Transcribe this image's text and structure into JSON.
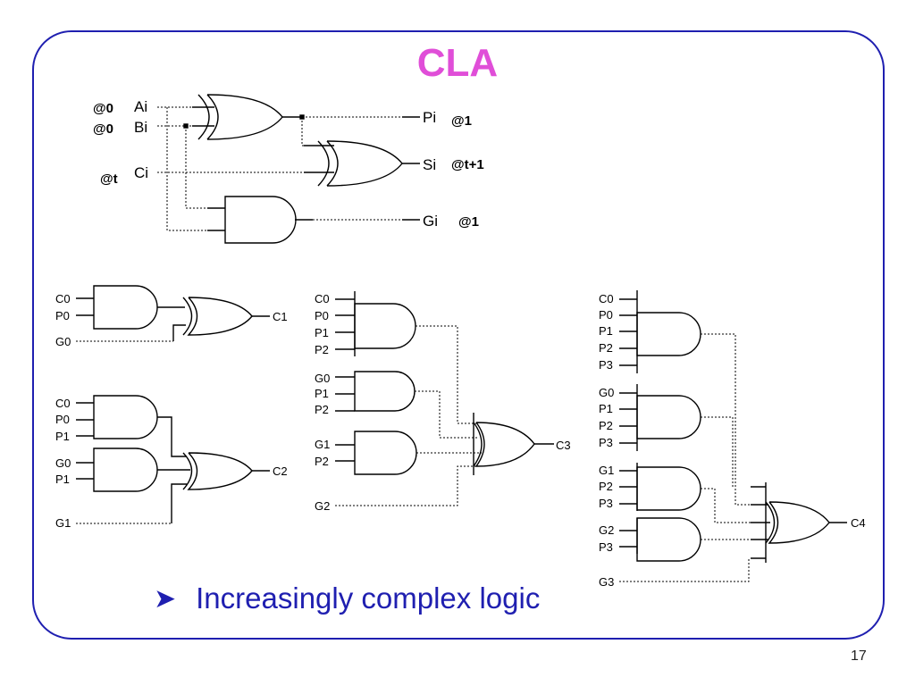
{
  "slide": {
    "title": "CLA",
    "bullet": "Increasingly complex logic",
    "page_number": "17"
  },
  "colors": {
    "title": "#e04ed8",
    "text_blue": "#1f1fb0",
    "frame": "#1f1fb0"
  },
  "top_circuit": {
    "inputs": [
      {
        "name": "Ai",
        "timing": "@0"
      },
      {
        "name": "Bi",
        "timing": "@0"
      },
      {
        "name": "Ci",
        "timing": "@t"
      }
    ],
    "outputs": [
      {
        "name": "Pi",
        "timing": "@1"
      },
      {
        "name": "Si",
        "timing": "@t+1"
      },
      {
        "name": "Gi",
        "timing": "@1"
      }
    ]
  },
  "c1": {
    "inputs": [
      "C0",
      "P0"
    ],
    "g": "G0",
    "out": "C1"
  },
  "c2": {
    "and1": [
      "C0",
      "P0",
      "P1"
    ],
    "and2": [
      "G0",
      "P1"
    ],
    "g": "G1",
    "out": "C2"
  },
  "c3": {
    "and1": [
      "C0",
      "P0",
      "P1",
      "P2"
    ],
    "and2": [
      "G0",
      "P1",
      "P2"
    ],
    "and3": [
      "G1",
      "P2"
    ],
    "g": "G2",
    "out": "C3"
  },
  "c4": {
    "and1": [
      "C0",
      "P0",
      "P1",
      "P2",
      "P3"
    ],
    "and2": [
      "G0",
      "P1",
      "P2",
      "P3"
    ],
    "and3": [
      "G1",
      "P2",
      "P3"
    ],
    "and4": [
      "G2",
      "P3"
    ],
    "g": "G3",
    "out": "C4"
  }
}
